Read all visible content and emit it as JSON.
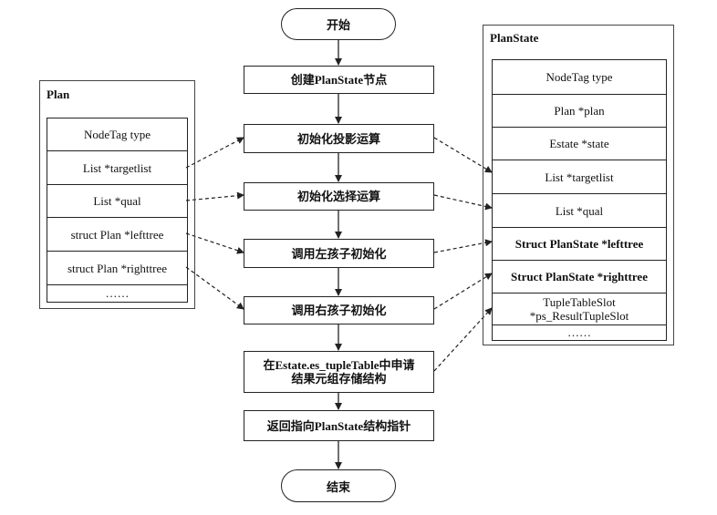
{
  "flow": {
    "start": "开始",
    "end": "结束",
    "steps": [
      "创建PlanState节点",
      "初始化投影运算",
      "初始化选择运算",
      "调用左孩子初始化",
      "调用右孩子初始化",
      "在Estate.es_tupleTable中申请\n结果元组存储结构",
      "返回指向PlanState结构指针"
    ]
  },
  "plan": {
    "title": "Plan",
    "fields": [
      "NodeTag   type",
      "List   *targetlist",
      "List   *qual",
      "struct Plan   *lefttree",
      "struct Plan   *righttree",
      "……"
    ]
  },
  "planstate": {
    "title": "PlanState",
    "fields": [
      "NodeTag   type",
      "Plan   *plan",
      "Estate   *state",
      "List   *targetlist",
      "List   *qual",
      "Struct PlanState   *lefttree",
      "Struct PlanState   *righttree",
      "TupleTableSlot\n*ps_ResultTupleSlot",
      "……"
    ]
  }
}
